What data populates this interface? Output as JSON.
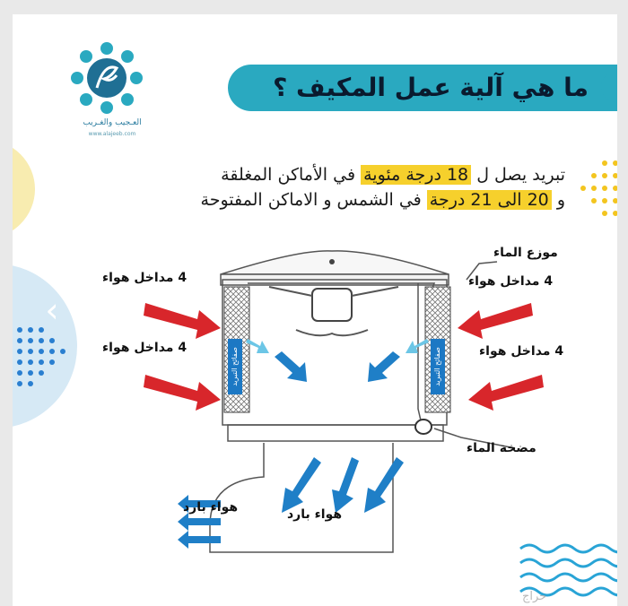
{
  "header": {
    "title": "ما هي آلية عمل المكيف ؟"
  },
  "logo": {
    "subtitle": "العـجيب والغـريب",
    "url": "www.alajeeb.com"
  },
  "description": {
    "line1_before": "تبريد يصل ل",
    "line1_highlight": "18 درجة مئوية",
    "line1_after": "في الأماكن المغلقة",
    "line2_before": "و",
    "line2_highlight": "20 الى 21 درجة",
    "line2_after": "في الشمس و الاماكن المفتوحة"
  },
  "diagram": {
    "air_inlet_left_top": "4 مداخل هواء",
    "air_inlet_left_bottom": "4 مداخل هواء",
    "air_inlet_right_top": "4 مداخل هواء",
    "air_inlet_right_bottom": "4 مداخل هواء",
    "water_distributor": "موزع الماء",
    "water_pump": "مضخة الماء",
    "cold_air_center": "هواء بارد",
    "cold_air_left": "هواء بارد",
    "cooling_pad_left": "صفائح التبريد",
    "cooling_pad_right": "صفائح التبريد"
  },
  "navigation": {
    "prev_glyph": "‹",
    "next_glyph": "›"
  },
  "watermark": "حراج",
  "colors": {
    "accent": "#2aa9c0",
    "highlight": "#f6d02c",
    "arrow_red": "#d8262b",
    "arrow_blue": "#1f7fc7",
    "pad_blue": "#1c78c4"
  }
}
